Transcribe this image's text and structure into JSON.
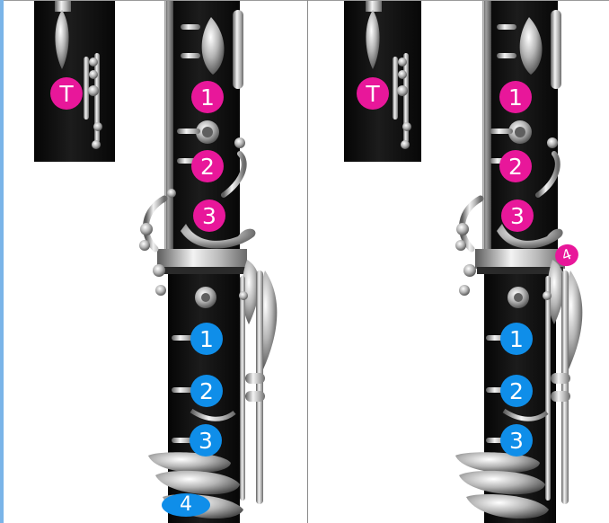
{
  "left_panel": {
    "thumb_hole": {
      "label": "T",
      "color": "#e8179a"
    },
    "upper_joint": [
      {
        "label": "1",
        "color": "#e8179a"
      },
      {
        "label": "2",
        "color": "#e8179a"
      },
      {
        "label": "3",
        "color": "#e8179a"
      }
    ],
    "lower_joint": [
      {
        "label": "1",
        "color": "#0f8ee9"
      },
      {
        "label": "2",
        "color": "#0f8ee9"
      },
      {
        "label": "3",
        "color": "#0f8ee9"
      }
    ],
    "pinky_key": {
      "label": "4",
      "color": "#0f8ee9"
    }
  },
  "right_panel": {
    "thumb_hole": {
      "label": "T",
      "color": "#e8179a"
    },
    "upper_joint": [
      {
        "label": "1",
        "color": "#e8179a"
      },
      {
        "label": "2",
        "color": "#e8179a"
      },
      {
        "label": "3",
        "color": "#e8179a"
      }
    ],
    "side_key": {
      "label": "4",
      "color": "#e8179a"
    },
    "lower_joint": [
      {
        "label": "1",
        "color": "#0f8ee9"
      },
      {
        "label": "2",
        "color": "#0f8ee9"
      },
      {
        "label": "3",
        "color": "#0f8ee9"
      }
    ]
  },
  "icons": [
    "clarinet-back-view-icon",
    "clarinet-body-icon"
  ]
}
